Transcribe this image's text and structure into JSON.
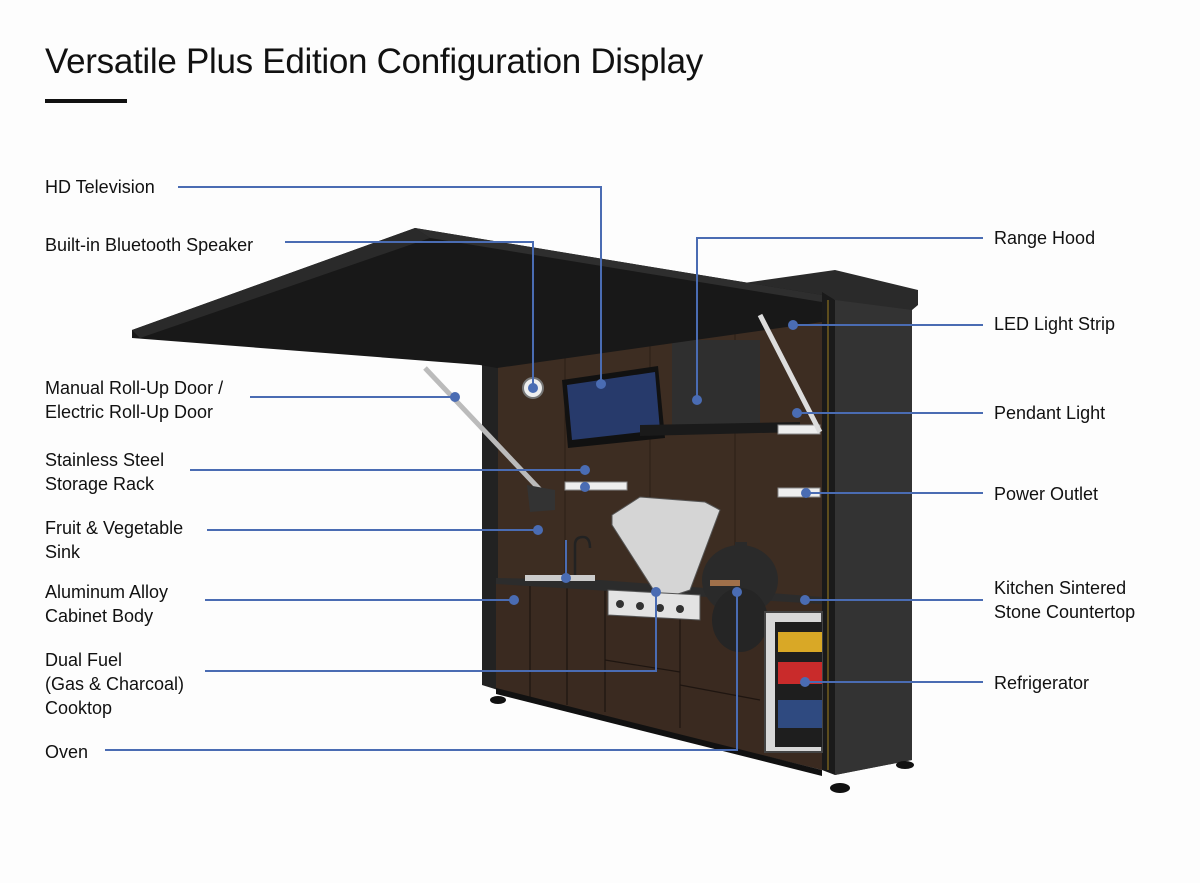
{
  "title": "Versatile Plus Edition Configuration Display",
  "accent_color": "#4a6cb3",
  "labels_left": [
    {
      "id": "hd-television",
      "text": "HD Television"
    },
    {
      "id": "bluetooth-speaker",
      "text": "Built-in Bluetooth Speaker"
    },
    {
      "id": "roll-up-door",
      "text": "Manual Roll-Up Door /\nElectric Roll-Up Door"
    },
    {
      "id": "storage-rack",
      "text": "Stainless Steel\nStorage Rack"
    },
    {
      "id": "sink",
      "text": "Fruit & Vegetable\nSink"
    },
    {
      "id": "cabinet-body",
      "text": "Aluminum Alloy\nCabinet Body"
    },
    {
      "id": "cooktop",
      "text": "Dual Fuel\n(Gas & Charcoal)\nCooktop"
    },
    {
      "id": "oven",
      "text": "Oven"
    }
  ],
  "labels_right": [
    {
      "id": "range-hood",
      "text": "Range Hood"
    },
    {
      "id": "led-light-strip",
      "text": "LED Light Strip"
    },
    {
      "id": "pendant-light",
      "text": "Pendant Light"
    },
    {
      "id": "power-outlet",
      "text": "Power Outlet"
    },
    {
      "id": "countertop",
      "text": "Kitchen Sintered\nStone Countertop"
    },
    {
      "id": "refrigerator",
      "text": "Refrigerator"
    }
  ]
}
